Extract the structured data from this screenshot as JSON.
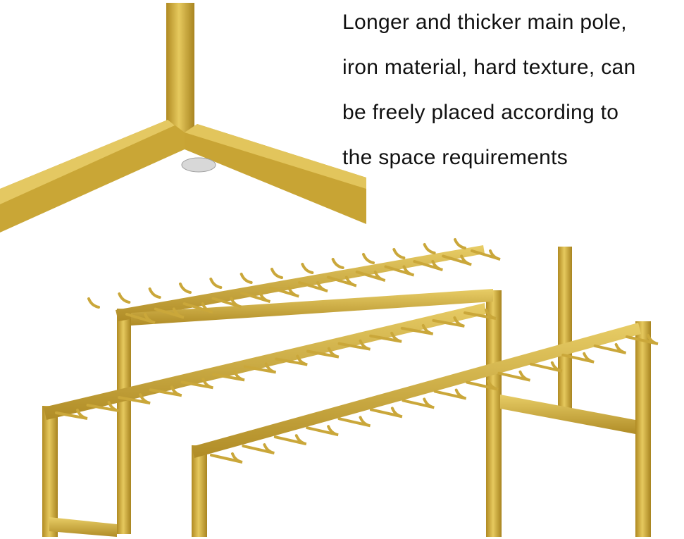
{
  "caption": {
    "lines": [
      "Longer and thicker main pole,",
      "iron material, hard texture, can",
      "be freely placed according to",
      "the space requirements"
    ]
  },
  "colors": {
    "gold_light": "#e2c45a",
    "gold_mid": "#c9a534",
    "gold_dark": "#9c7c1c",
    "background": "#ffffff"
  }
}
